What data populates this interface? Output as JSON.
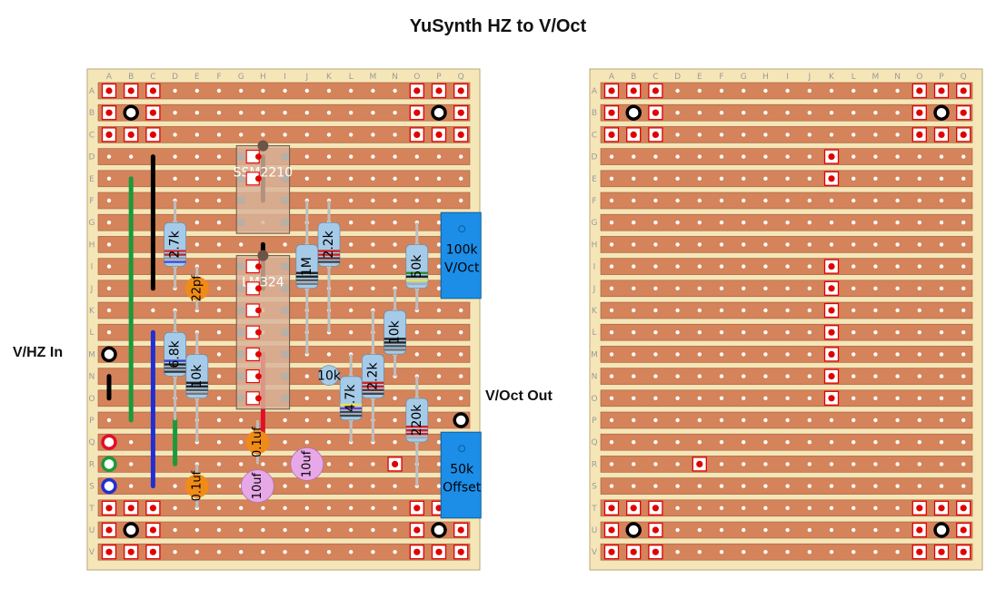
{
  "title": "YuSynth HZ to V/Oct",
  "columns": [
    "A",
    "B",
    "C",
    "D",
    "E",
    "F",
    "G",
    "H",
    "I",
    "J",
    "K",
    "L",
    "M",
    "N",
    "O",
    "P",
    "Q"
  ],
  "rows": [
    "A",
    "B",
    "C",
    "D",
    "E",
    "F",
    "G",
    "H",
    "I",
    "J",
    "K",
    "L",
    "M",
    "N",
    "O",
    "P",
    "Q",
    "R",
    "S",
    "T",
    "U",
    "V"
  ],
  "labels": {
    "input": "V/HZ In",
    "output": "V/Oct Out"
  },
  "chips": [
    {
      "id": "u1",
      "label": "SSM2210"
    },
    {
      "id": "u2",
      "label": "LM324"
    }
  ],
  "resistors": [
    "2.7k",
    "6.8k",
    "10k",
    "1M",
    "2.2k",
    "2.2k",
    "10k",
    "4.7k",
    "50k",
    "220k"
  ],
  "capacitors": [
    "22pf",
    "0.1uf",
    "0.1uf",
    "10uf",
    "10uf"
  ],
  "trimpots": [
    {
      "line1": "100k",
      "line2": "V/Oct"
    },
    {
      "line1": "50k",
      "line2": "Offset"
    }
  ],
  "small_trim": "10k",
  "colors": {
    "board": "#f5e6b8",
    "strip": "#d4835a",
    "hole": "#ffffff",
    "cut": "#e00000",
    "trimpot": "#1c8ee8",
    "chip": "#d9b29a",
    "resistor": "#a6cbe8",
    "cap_ceramic": "#f08b17",
    "cap_electrolytic": "#e6a8e6"
  }
}
